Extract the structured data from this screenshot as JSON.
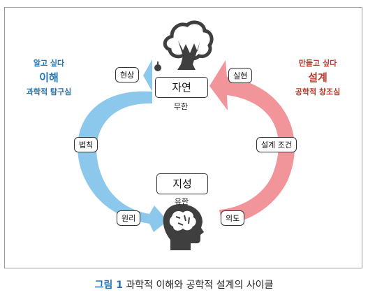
{
  "nodes": {
    "nature": {
      "title": "자연",
      "sub": "무한"
    },
    "intellect": {
      "title": "지성",
      "sub": "유한"
    }
  },
  "arrow_labels": {
    "phenomenon": "현상",
    "law": "법칙",
    "principle": "원리",
    "reality": "실현",
    "design_condition": "설계 조건",
    "intention": "의도"
  },
  "left_text": {
    "line1": "알고 싶다",
    "line2": "이해",
    "line3": "과학적 탐구심"
  },
  "right_text": {
    "line1": "만들고 싶다",
    "line2": "설계",
    "line3": "공학적 창조심"
  },
  "caption": {
    "figure": "그림 1",
    "text": "과학적 이해와 공학적 설계의 사이클"
  },
  "colors": {
    "left_arrow": "#8cc8ec",
    "right_arrow": "#f2959b",
    "icon": "#3f3f3f"
  },
  "icons": {
    "top": "tree-with-apple-icon",
    "bottom": "head-brain-icon"
  }
}
